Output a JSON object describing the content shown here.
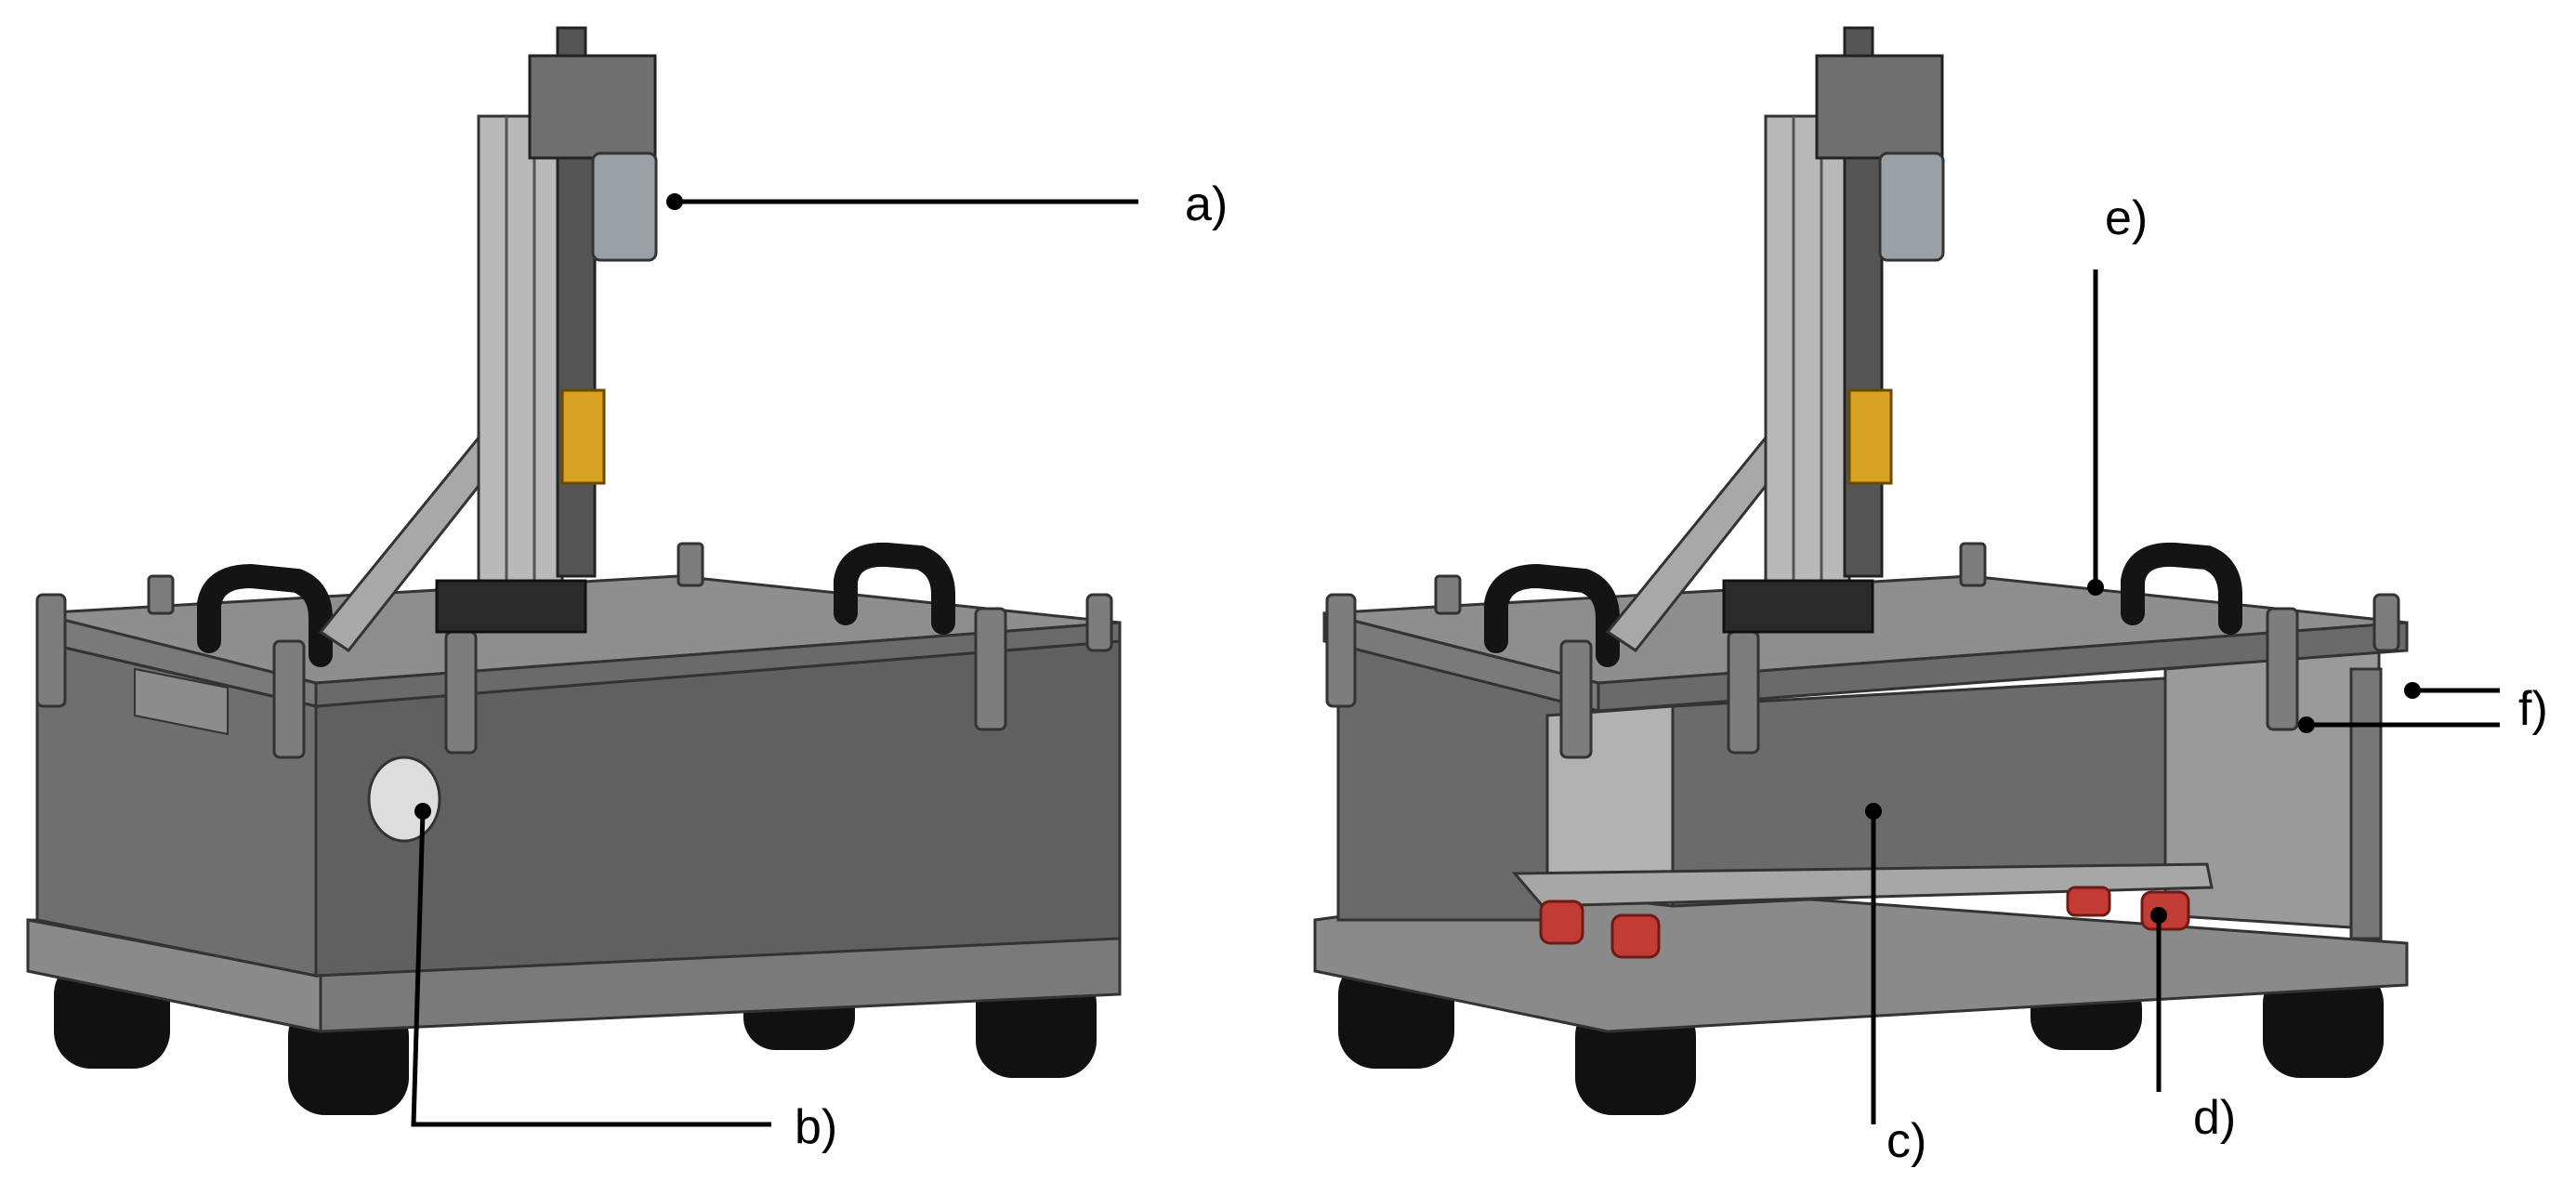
{
  "callouts": {
    "a": {
      "label": "a)"
    },
    "b": {
      "label": "b)"
    },
    "c": {
      "label": "c)"
    },
    "d": {
      "label": "d)"
    },
    "e": {
      "label": "e)"
    },
    "f": {
      "label": "f)"
    }
  },
  "colors": {
    "frame_dark": "#3f3f3f",
    "housing_front": "#6d6d6d",
    "housing_side": "#5a5a5a",
    "housing_top": "#8c8c8c",
    "plate_light": "#9e9e9e",
    "rail_silver": "#b9b9b9",
    "motor_gray": "#9aa1a6",
    "coupler_yellow": "#d8a322",
    "feet_black": "#111111",
    "handle_black": "#141414",
    "nozzle_red": "#c23b34",
    "leader_line": "#000000"
  }
}
